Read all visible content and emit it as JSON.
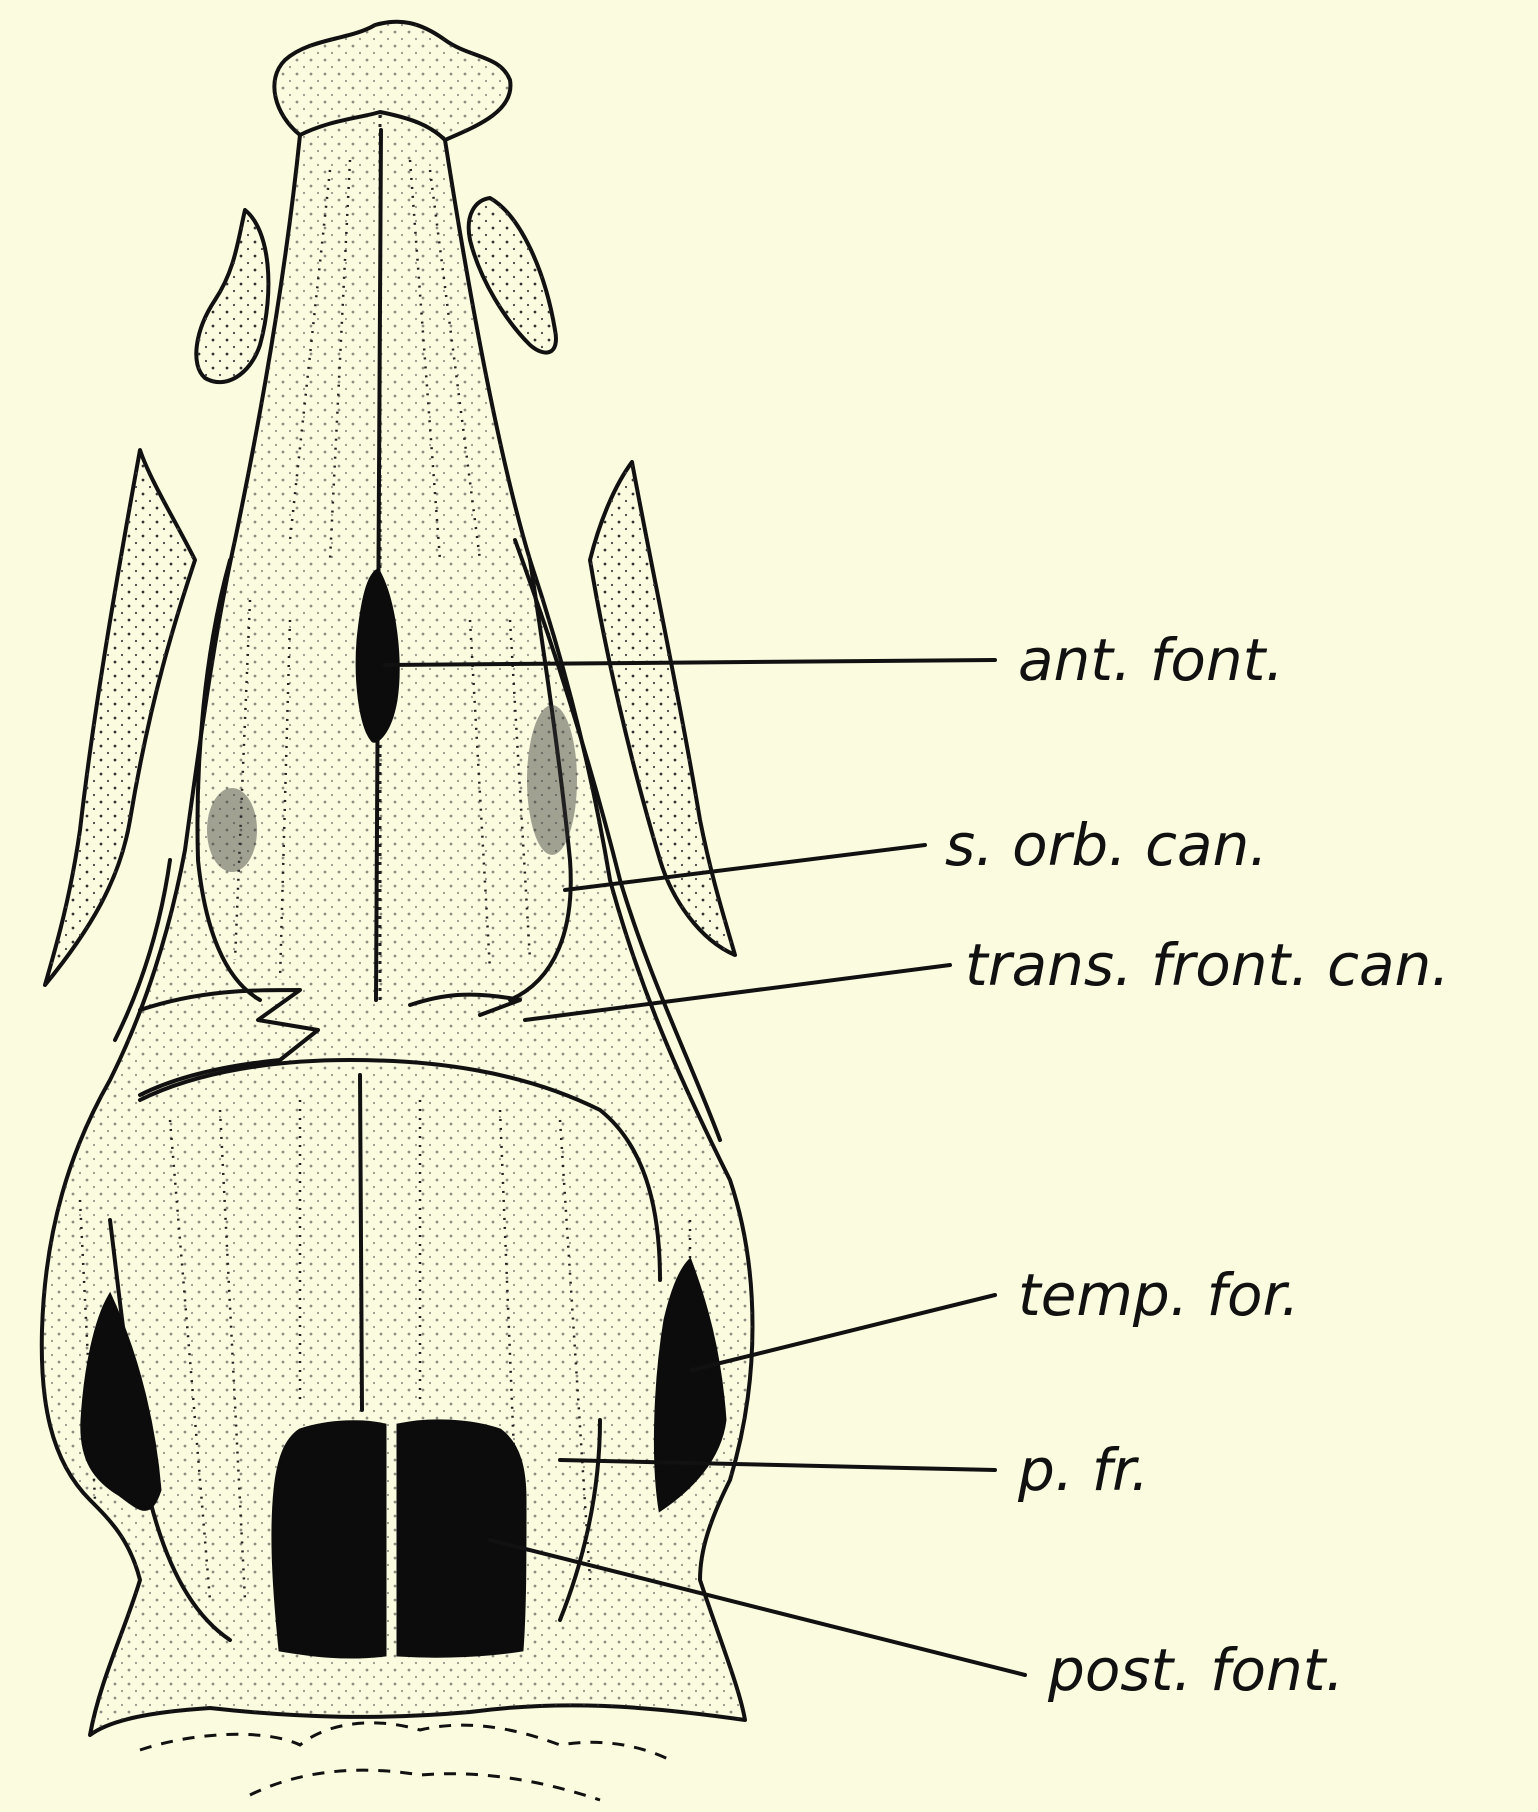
{
  "labels": {
    "ant_font": "ant. font.",
    "s_orb_can": "s. orb. can.",
    "trans_front_can": "trans. front. can.",
    "temp_for": "temp. for.",
    "p_fr": "p. fr.",
    "post_font": "post. font."
  },
  "colors": {
    "background": "#fbfbe0",
    "ink": "#111111"
  }
}
